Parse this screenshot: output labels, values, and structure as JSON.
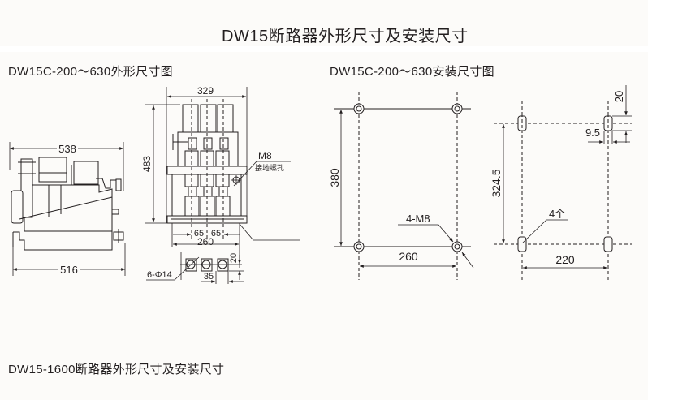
{
  "page_title": "DW15断路器外形尺寸及安装尺寸",
  "sections": {
    "outline_630": {
      "title": "DW15C-200～630外形尺寸图",
      "side_view": {
        "width_top": "538",
        "width_bottom": "516"
      },
      "front_view": {
        "width": "329",
        "height": "483",
        "pole_spacing_1": "65",
        "pole_spacing_2": "65",
        "base_width": "260",
        "ground_label": "M8",
        "ground_note": "接地螺孔",
        "terminal_holes": "6-Φ14",
        "terminal_pitch": "35",
        "terminal_offset": "20"
      }
    },
    "mounting_630": {
      "title": "DW15C-200～630安装尺寸图",
      "plan_a": {
        "height": "380",
        "width": "260",
        "bolt_label": "4-M8"
      },
      "plan_b": {
        "height": "324.5",
        "width": "220",
        "slot_count": "4个",
        "slot_width": "9.5",
        "slot_offset": "20"
      }
    },
    "outline_1600": {
      "title": "DW15-1600断路器外形尺寸及安装尺寸"
    }
  },
  "colors": {
    "ink": "#231f20",
    "panel": "#fcfbf9",
    "background": "#ffffff"
  }
}
